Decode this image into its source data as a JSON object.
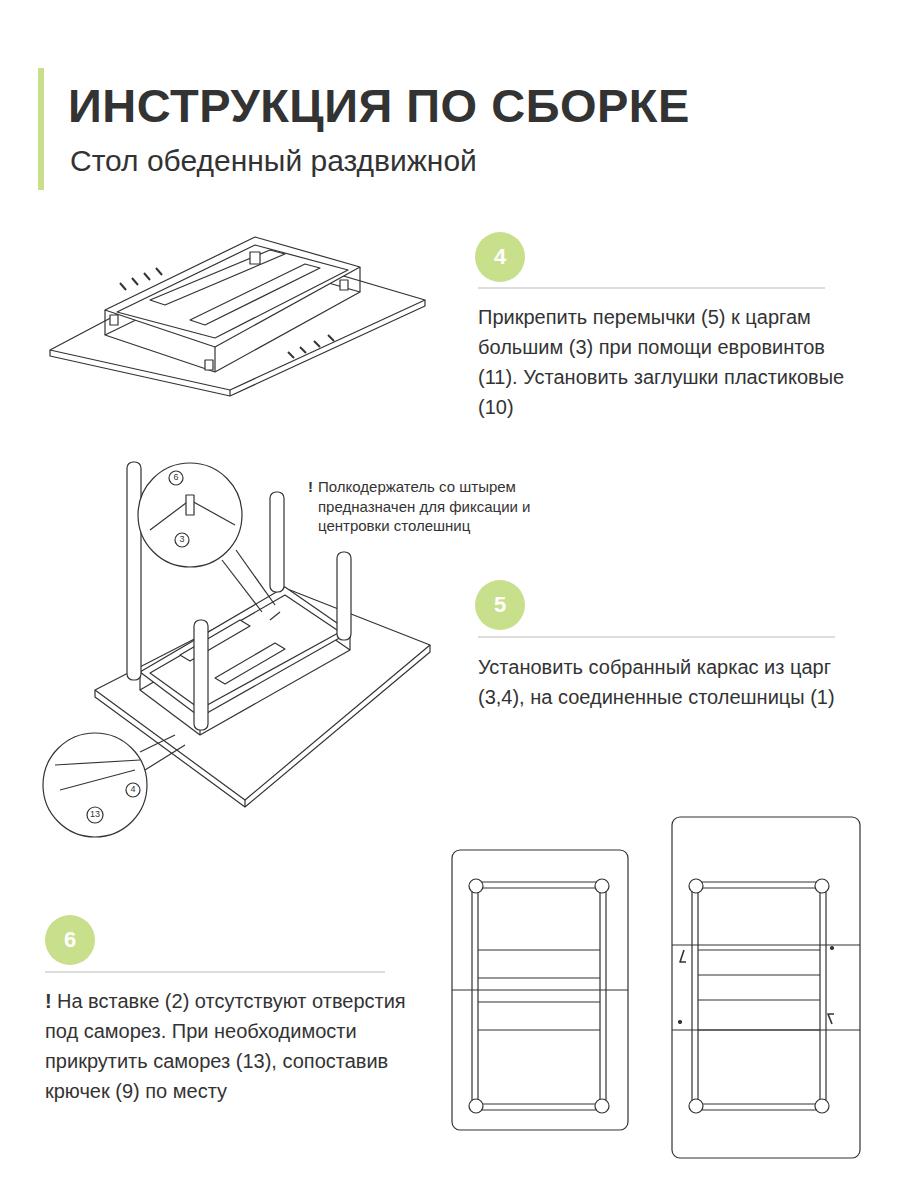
{
  "diagram": {
    "title": "ИНСТРУКЦИЯ ПО СБОРКЕ",
    "nodes": [
      {
        "text": [
          "4"
        ]
      },
      {
        "text": [
          "5"
        ]
      },
      {
        "text": [
          "6"
        ]
      }
    ],
    "labels": [
      "Стол обеденный раздвижной",
      "Прикрепить перемычки (5) к царгам большим (3) при помощи евровинтов (11). Установить заглушки пластиковые (10)",
      "!",
      "Полкодержатель со штырем предназначен для фиксации и центровки столешниц",
      "Установить собранный каркас из царг (3,4), на соединенные столешницы (1)",
      "!",
      "На вставке (2) отсутствуют отверстия под саморез. При необходимости прикрутить саморез (13), сопоставив крючек (9) по месту",
      "6",
      "3",
      "4",
      "13"
    ]
  }
}
